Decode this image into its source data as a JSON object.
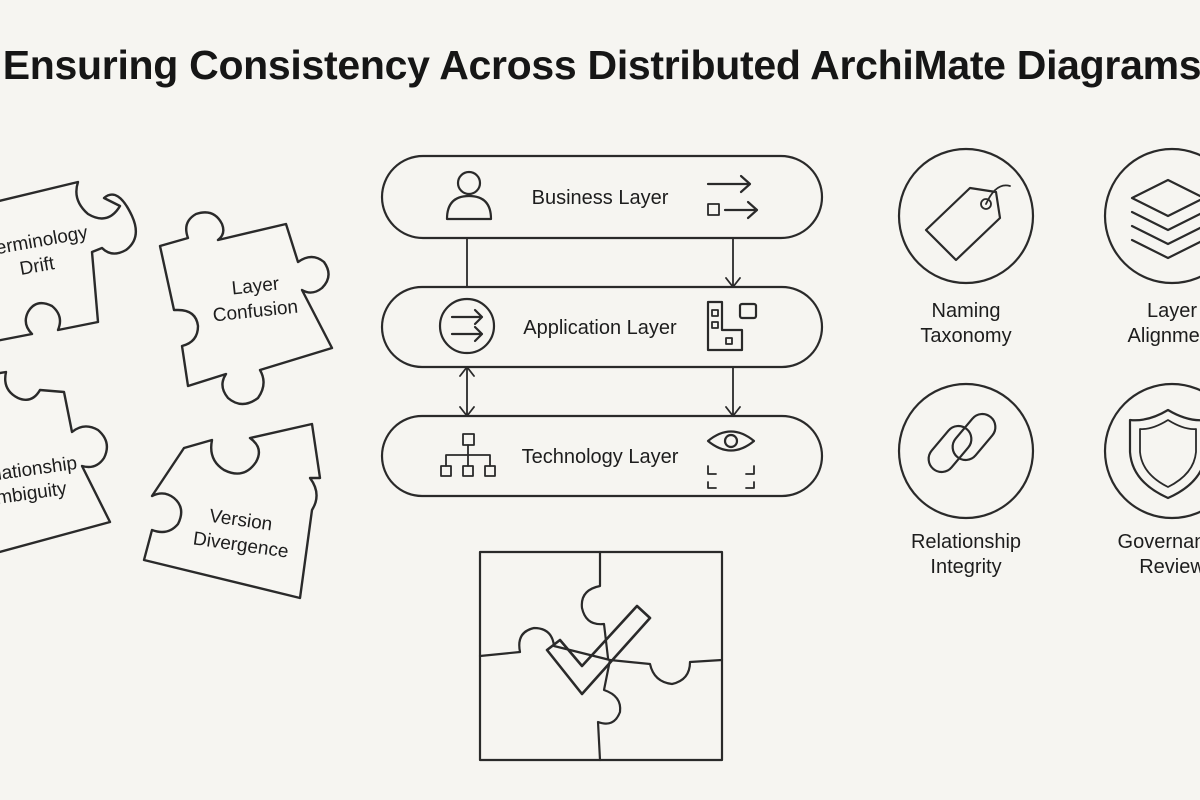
{
  "title": "Ensuring Consistency Across Distributed ArchiMate Diagrams",
  "problems": [
    {
      "line1": "Terminology",
      "line2": "Drift"
    },
    {
      "line1": "Layer",
      "line2": "Confusion"
    },
    {
      "line1": "Relationship",
      "line2": "Ambiguity"
    },
    {
      "line1": "Version",
      "line2": "Divergence"
    }
  ],
  "layers": [
    {
      "label": "Business Layer",
      "icon": "person-icon",
      "side_icon": "flow-arrows-icon"
    },
    {
      "label": "Application Layer",
      "icon": "arrows-circle-icon",
      "side_icon": "components-icon"
    },
    {
      "label": "Technology Layer",
      "icon": "hierarchy-icon",
      "side_icon": "eye-scan-icon"
    }
  ],
  "solutions": [
    {
      "line1": "Naming",
      "line2": "Taxonomy",
      "icon": "tag-icon"
    },
    {
      "line1": "Layer",
      "line2": "Alignment",
      "icon": "stacked-layers-icon"
    },
    {
      "line1": "Relationship",
      "line2": "Integrity",
      "icon": "chain-link-icon"
    },
    {
      "line1": "Governance",
      "line2": "Review",
      "icon": "shield-icon"
    }
  ],
  "result_icon": "completed-puzzle-checkmark-icon",
  "colors": {
    "background": "#f6f5f1",
    "ink": "#2a2a2a"
  }
}
